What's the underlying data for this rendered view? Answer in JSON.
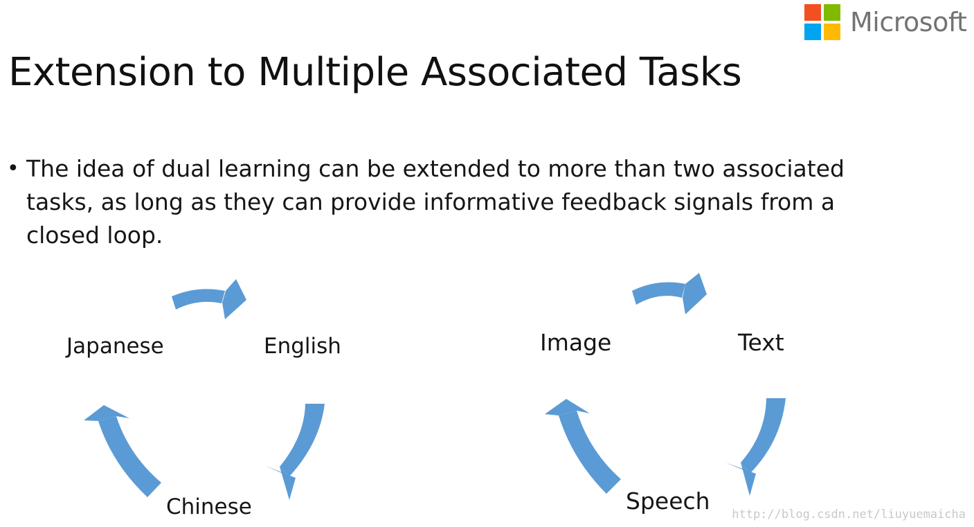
{
  "logo": {
    "text": "Microsoft",
    "colors": [
      "#f25022",
      "#7fba00",
      "#00a4ef",
      "#ffb900"
    ]
  },
  "title": "Extension to Multiple Associated Tasks",
  "bullet": {
    "symbol": "•",
    "text": "The idea of dual learning can be extended to more than two associated tasks, as long as they can provide informative feedback signals from a closed loop."
  },
  "arrow_color": "#5b9bd5",
  "cycles": [
    {
      "nodes": [
        "Japanese",
        "English",
        "Chinese"
      ]
    },
    {
      "nodes": [
        "Image",
        "Text",
        "Speech"
      ]
    }
  ],
  "watermark": "http://blog.csdn.net/liuyuemaicha"
}
